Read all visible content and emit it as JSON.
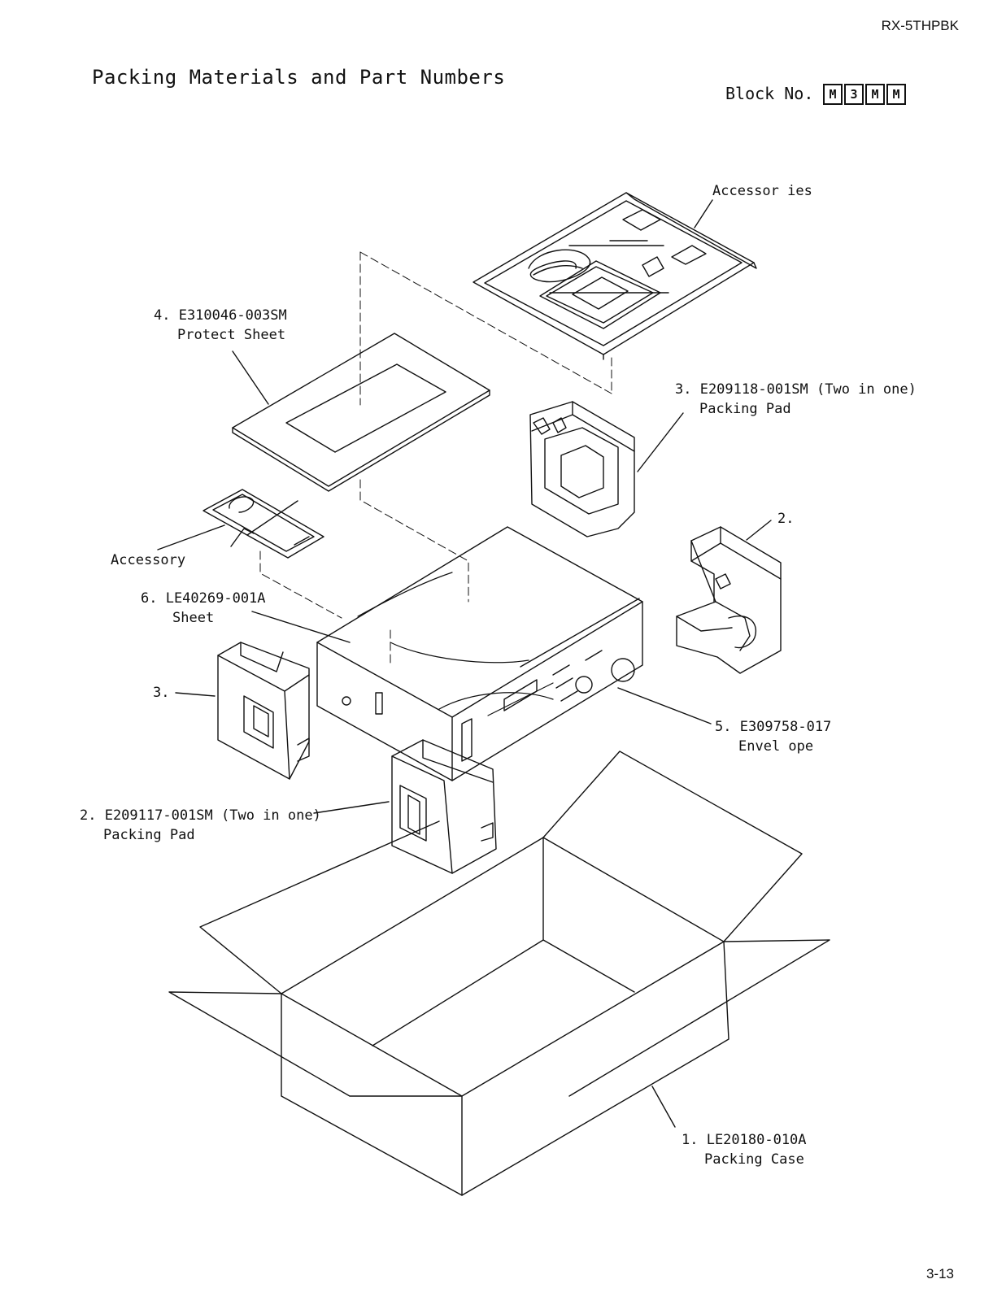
{
  "header": {
    "model": "RX-5THPBK",
    "title": "Packing Materials and Part Numbers",
    "block_label": "Block No.",
    "block_code": [
      "M",
      "3",
      "M",
      "M"
    ]
  },
  "callouts": {
    "accessories": "Accessor ies",
    "protect_sheet_num": "4. E310046-003SM",
    "protect_sheet_name": "Protect Sheet",
    "pad3_num": "3. E209118-001SM (Two in one)",
    "pad3_name": "Packing Pad",
    "pad2_short": "2.",
    "accessory": "Accessory",
    "sheet_num": "6. LE40269-001A",
    "sheet_name": "Sheet",
    "pad3_short": "3.",
    "envelope_num": "5. E309758-017",
    "envelope_name": "Envel ope",
    "pad2_num": "2. E209117-001SM (Two in one)",
    "pad2_name": "Packing Pad",
    "case_num": "1. LE20180-010A",
    "case_name": "Packing Case"
  },
  "footer": {
    "page_number": "3-13"
  }
}
